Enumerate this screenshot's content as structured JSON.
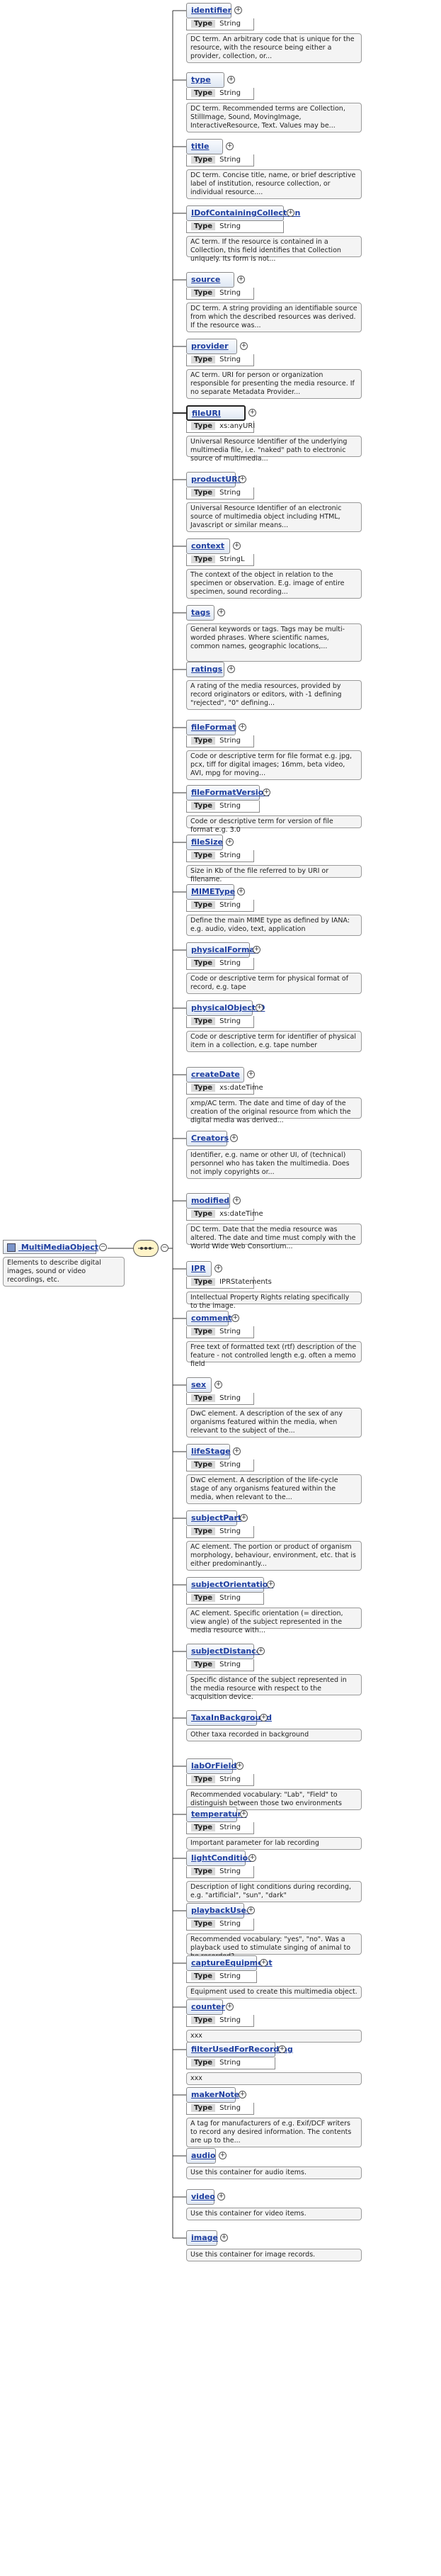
{
  "root": {
    "name": "MultiMediaObject",
    "description": "Elements to describe digital images, sound or video recordings, etc."
  },
  "type_label": "Type",
  "elements": [
    {
      "name": "identifier",
      "type": "String",
      "desc": "DC term. An arbitrary code that is unique for the resource, with the resource being either a provider, collection, or..."
    },
    {
      "name": "type",
      "type": "String",
      "desc": "DC term. Recommended terms are Collection, StillImage, Sound, MovingImage, InteractiveResource, Text. Values may be..."
    },
    {
      "name": "title",
      "type": "String",
      "desc": "DC term. Concise title, name, or brief descriptive label of institution, resource collection, or individual resource...."
    },
    {
      "name": "IDofContainingCollection",
      "type": "String",
      "desc": "AC term. If the resource is contained in a Collection, this field identifies that Collection uniquely. Its form is not..."
    },
    {
      "name": "source",
      "type": "String",
      "desc": "DC term. A string providing an identifiable source from which the described resources was derived. If the resource was..."
    },
    {
      "name": "provider",
      "type": "String",
      "desc": "AC term. URI for person or organization responsible for presenting the media resource. If no separate Metadata Provider..."
    },
    {
      "name": "fileURI",
      "type": "xs:anyURI",
      "desc": "Universal Resource Identifier of the underlying multimedia file, i.e. \"naked\" path to electronic source of multimedia..."
    },
    {
      "name": "productURI",
      "type": "String",
      "desc": "Universal Resource Identifier of an electronic source of multimedia object including HTML, Javascript or similar means..."
    },
    {
      "name": "context",
      "type": "StringL",
      "desc": "The context of the object in relation to the specimen or observation. E.g. image of entire specimen, sound recording..."
    },
    {
      "name": "tags",
      "type": "",
      "desc": "General keywords or tags. Tags may be multi-worded phrases. Where scientific names, common names, geographic locations,..."
    },
    {
      "name": "ratings",
      "type": "",
      "desc": "A rating of the media resources, provided by record originators or editors, with -1 defining \"rejected\", \"0\" defining..."
    },
    {
      "name": "fileFormat",
      "type": "String",
      "desc": "Code or descriptive term for file format e.g. jpg, pcx, tiff for digital images; 16mm, beta video, AVI, mpg for moving..."
    },
    {
      "name": "fileFormatVersion",
      "type": "String",
      "desc": "Code or descriptive term for version of file format e.g. 3.0"
    },
    {
      "name": "fileSize",
      "type": "String",
      "desc": "Size in Kb of the file referred to by URI or filename."
    },
    {
      "name": "MIMEType",
      "type": "String",
      "desc": "Define the main MIME type as defined by IANA: e.g. audio, video, text, application"
    },
    {
      "name": "physicalFormat",
      "type": "String",
      "desc": "Code or descriptive term for physical format of record, e.g. tape"
    },
    {
      "name": "physicalObjectID",
      "type": "String",
      "desc": "Code or descriptive term for identifier of physical item in a collection, e.g. tape number"
    },
    {
      "name": "createDate",
      "type": "xs:dateTime",
      "desc": "xmp/AC term. The date and time of day of the creation of the original resource from which the digital media was derived..."
    },
    {
      "name": "Creators",
      "type": "",
      "desc": "Identifier, e.g. name or other UI, of (technical) personnel who has taken the multimedia. Does not imply copyrights or..."
    },
    {
      "name": "modified",
      "type": "xs:dateTime",
      "desc": "DC term. Date that the media resource was altered. The date and time must comply with the World Wide Web Consortium..."
    },
    {
      "name": "IPR",
      "type": "IPRStatements",
      "desc": "Intellectual Property Rights relating specifically to the image."
    },
    {
      "name": "comment",
      "type": "String",
      "desc": "Free text of formatted text (rtf) description of the feature - not controlled length e.g. often a memo field"
    },
    {
      "name": "sex",
      "type": "String",
      "desc": "DwC element. A description of the sex of any organisms featured within the media, when relevant to the subject of the..."
    },
    {
      "name": "lifeStage",
      "type": "String",
      "desc": "DwC element. A description of the life-cycle stage of any organisms featured within the media, when relevant to the..."
    },
    {
      "name": "subjectPart",
      "type": "String",
      "desc": "AC element. The portion or product of organism morphology, behaviour, environment, etc. that is either predominantly..."
    },
    {
      "name": "subjectOrientation",
      "type": "String",
      "desc": "AC element. Specific orientation (= direction, view angle) of the subject represented in the media resource with..."
    },
    {
      "name": "subjectDistance",
      "type": "String",
      "desc": "Specific distance of the subject represented in the media resource with respect to the acquisition device."
    },
    {
      "name": "TaxaInBackground",
      "type": "",
      "desc": "Other taxa recorded in background"
    },
    {
      "name": "labOrField",
      "type": "String",
      "desc": "Recommended vocabulary: \"Lab\", \"Field\" to distinguish between those two environments"
    },
    {
      "name": "temperature",
      "type": "String",
      "desc": "Important parameter for lab recording"
    },
    {
      "name": "lightCondition",
      "type": "String",
      "desc": "Description of light conditions during recording, e.g. \"artificial\", \"sun\", \"dark\""
    },
    {
      "name": "playbackUsed",
      "type": "String",
      "desc": "Recommended vocabulary: \"yes\", \"no\". Was a playback used to stimulate singing of animal to be recorded?"
    },
    {
      "name": "captureEquipment",
      "type": "String",
      "desc": "Equipment used to create this multimedia object."
    },
    {
      "name": "counter",
      "type": "String",
      "desc": "xxx"
    },
    {
      "name": "filterUsedForRecording",
      "type": "String",
      "desc": "xxx"
    },
    {
      "name": "makerNote",
      "type": "String",
      "desc": "A tag for manufacturers of e.g. Exif/DCF writers to record any desired information. The contents are up to the..."
    },
    {
      "name": "audio",
      "type": "",
      "desc": "Use this container for audio items."
    },
    {
      "name": "video",
      "type": "",
      "desc": "Use this container for video items."
    },
    {
      "name": "image",
      "type": "",
      "desc": "Use this container for image records."
    }
  ]
}
